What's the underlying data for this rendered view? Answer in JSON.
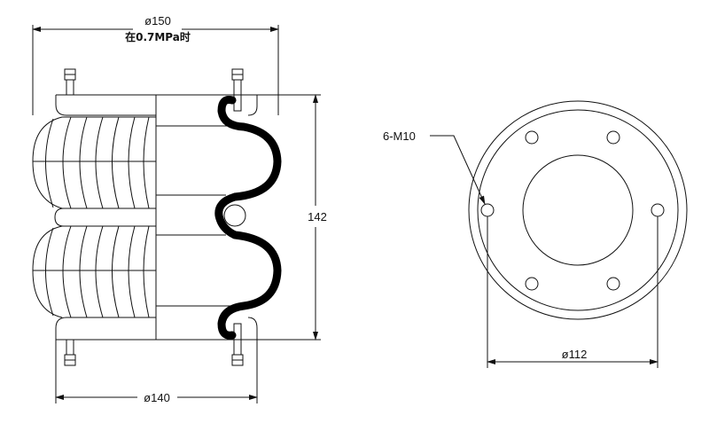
{
  "side_view": {
    "top_diameter": "ø150",
    "top_note": "在0.7MPa时",
    "height": "142",
    "bottom_diameter": "ø140"
  },
  "top_view": {
    "hole_label": "6-M10",
    "bolt_circle": "ø112"
  }
}
